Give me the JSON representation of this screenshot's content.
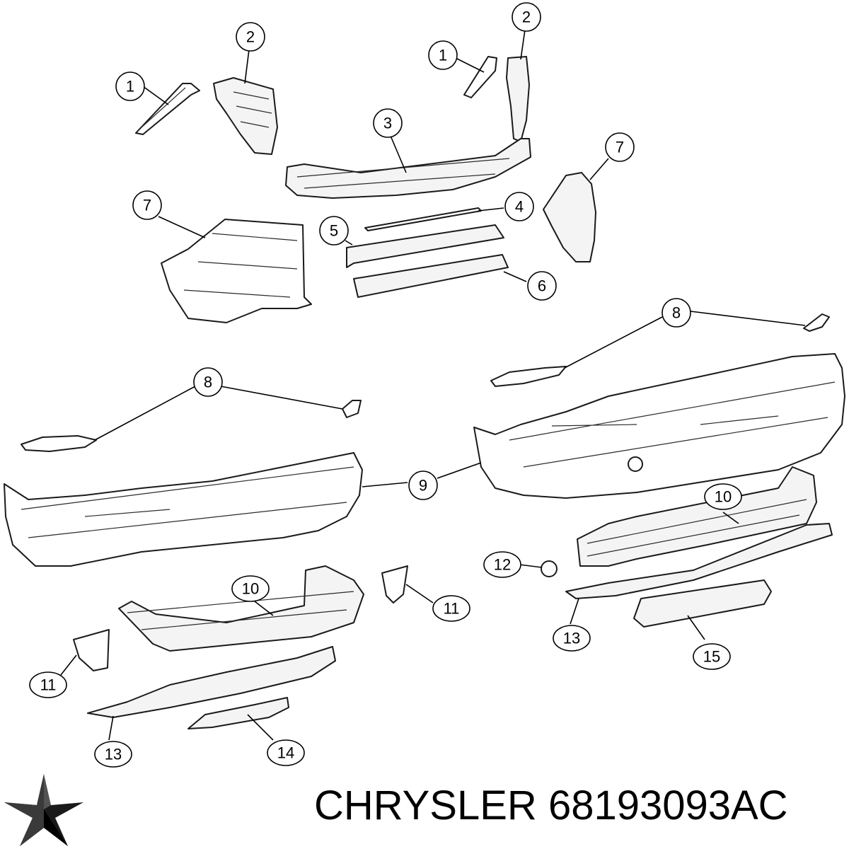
{
  "footer": {
    "brand": "CHRYSLER",
    "part_number": "68193093AC"
  },
  "callouts": [
    {
      "label": "1"
    },
    {
      "label": "2"
    },
    {
      "label": "1"
    },
    {
      "label": "2"
    },
    {
      "label": "3"
    },
    {
      "label": "7"
    },
    {
      "label": "7"
    },
    {
      "label": "4"
    },
    {
      "label": "5"
    },
    {
      "label": "6"
    },
    {
      "label": "8"
    },
    {
      "label": "8"
    },
    {
      "label": "9"
    },
    {
      "label": "10"
    },
    {
      "label": "10"
    },
    {
      "label": "11"
    },
    {
      "label": "11"
    },
    {
      "label": "12"
    },
    {
      "label": "13"
    },
    {
      "label": "13"
    },
    {
      "label": "14"
    },
    {
      "label": "15"
    }
  ],
  "logo": {
    "icon": "pentastar-icon",
    "color": "#1a1a1a"
  }
}
